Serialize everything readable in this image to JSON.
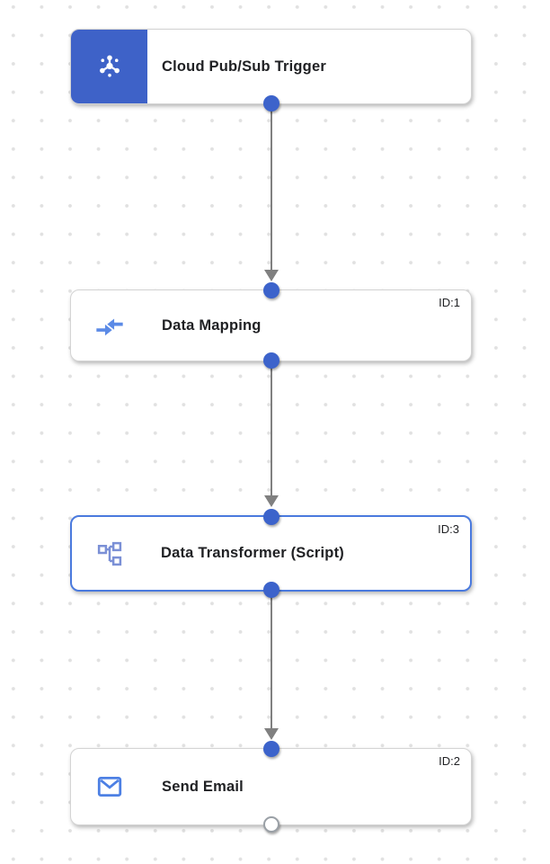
{
  "app": {
    "description_label": "Integration workflow canvas",
    "colors": {
      "trigger_block_blue": "#3e62c8",
      "port_blue": "#3c63cb",
      "selected_border_blue": "#4a7ade",
      "edge_gray": "#808080",
      "icon_blue": "#4d80e4",
      "icon_muted_blue": "#7b90d6",
      "grid_dot_gray": "#e1e1e1",
      "title_text": "#202124"
    }
  },
  "nodes": [
    {
      "title": "Cloud Pub/Sub Trigger",
      "id_label": "",
      "icon": "cloud-pubsub-icon",
      "type": "trigger",
      "selected": false
    },
    {
      "title": "Data Mapping",
      "id_label": "ID:1",
      "icon": "data-mapping-icon",
      "type": "task",
      "selected": false
    },
    {
      "title": "Data Transformer (Script)",
      "id_label": "ID:3",
      "icon": "data-transformer-icon",
      "type": "task",
      "selected": true
    },
    {
      "title": "Send Email",
      "id_label": "ID:2",
      "icon": "send-email-icon",
      "type": "task",
      "selected": false
    }
  ],
  "edges": [
    {
      "from": "Cloud Pub/Sub Trigger",
      "to": "Data Mapping"
    },
    {
      "from": "Data Mapping",
      "to": "Data Transformer (Script)"
    },
    {
      "from": "Data Transformer (Script)",
      "to": "Send Email"
    }
  ]
}
